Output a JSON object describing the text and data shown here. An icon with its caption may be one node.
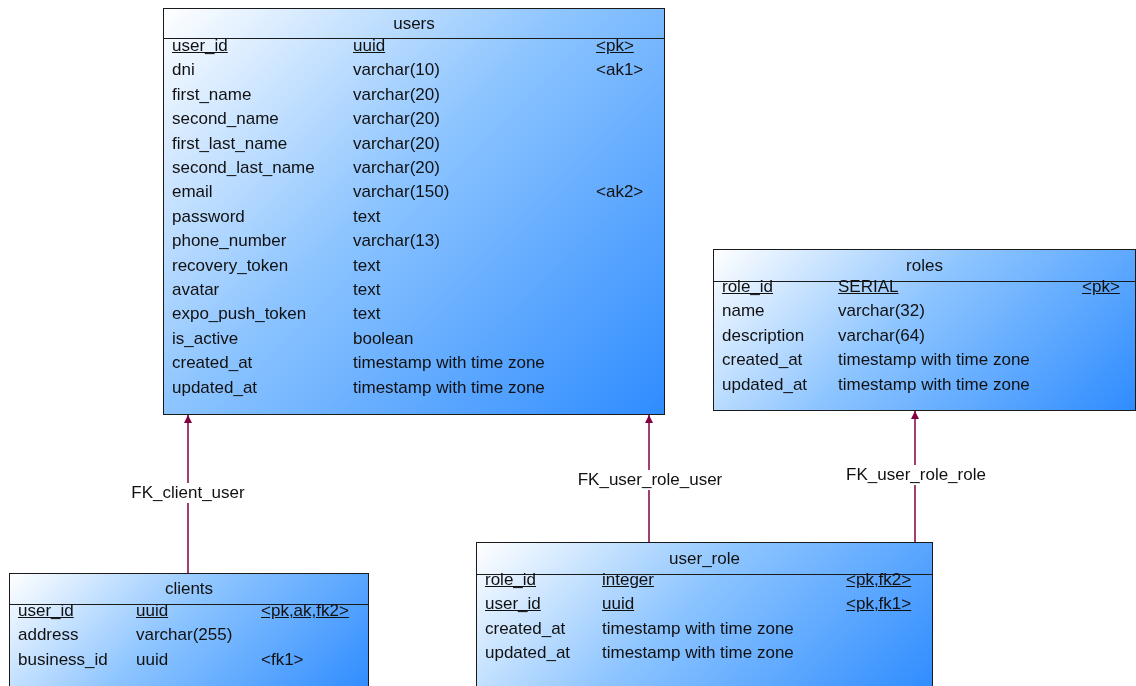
{
  "diagram": {
    "nodes": [
      {
        "text": [
          "users",
          "user_id",
          "uuid",
          "<pk>",
          "dni",
          "varchar(10)",
          "<ak1>",
          "first_name",
          "varchar(20)",
          "second_name",
          "varchar(20)",
          "first_last_name",
          "varchar(20)",
          "second_last_name",
          "varchar(20)",
          "email",
          "varchar(150)",
          "<ak2>",
          "password",
          "text",
          "phone_number",
          "varchar(13)",
          "recovery_token",
          "text",
          "avatar",
          "text",
          "expo_push_token",
          "text",
          "is_active",
          "boolean",
          "created_at",
          "timestamp with time zone",
          "updated_at",
          "timestamp with time zone"
        ]
      },
      {
        "text": [
          "roles",
          "role_id",
          "SERIAL",
          "<pk>",
          "name",
          "varchar(32)",
          "description",
          "varchar(64)",
          "created_at",
          "timestamp with time zone",
          "updated_at",
          "timestamp with time zone"
        ]
      },
      {
        "text": [
          "clients",
          "user_id",
          "uuid",
          "<pk,ak,fk2>",
          "address",
          "varchar(255)",
          "business_id",
          "uuid",
          "<fk1>"
        ]
      },
      {
        "text": [
          "user_role",
          "role_id",
          "integer",
          "<pk,fk2>",
          "user_id",
          "uuid",
          "<pk,fk1>",
          "created_at",
          "timestamp with time zone",
          "updated_at",
          "timestamp with time zone"
        ]
      }
    ],
    "edges": [
      {
        "from": 2,
        "to": 0,
        "arrow": "to",
        "label": "FK_client_user",
        "color": "#800040"
      },
      {
        "from": 3,
        "to": 0,
        "arrow": "to",
        "label": "FK_user_role_user",
        "color": "#800040"
      },
      {
        "from": 3,
        "to": 1,
        "arrow": "to",
        "label": "FK_user_role_role",
        "color": "#800040"
      }
    ]
  }
}
